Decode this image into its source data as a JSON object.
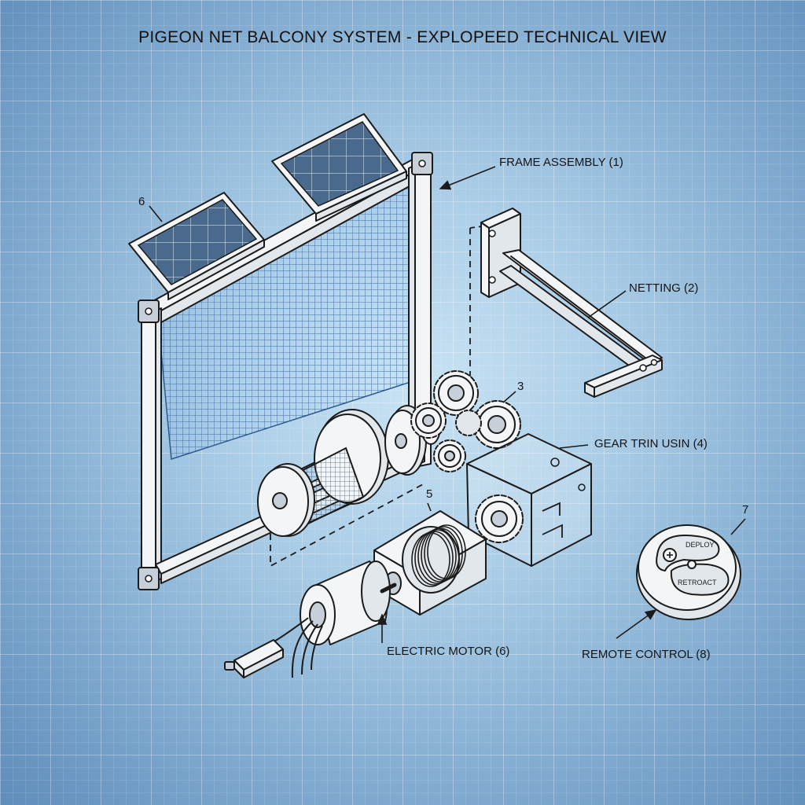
{
  "title": "PIGEON NET BALCONY SYSTEM - EXPLOPEED TECHNICAL VIEW",
  "labels": {
    "frame_assembly": "FRAME ASSEMBLY (1)",
    "netting": "NETTING (2)",
    "gear_train": "GEAR TRIN USIN (4)",
    "electric_motor": "ELECTRIC MOTOR (6)",
    "remote_control": "REMOTE CONTROL (8)"
  },
  "callout_numbers": {
    "solar": "6",
    "gears": "3",
    "spool": "5",
    "remote": "7"
  },
  "remote_buttons": {
    "deploy": "DEPLOY",
    "retract": "RETROACT"
  },
  "colors": {
    "line": "#1b1b1b",
    "part_fill": "#f3f5f7",
    "background": "#a9cce6",
    "solar_cell": "#4a6786"
  }
}
